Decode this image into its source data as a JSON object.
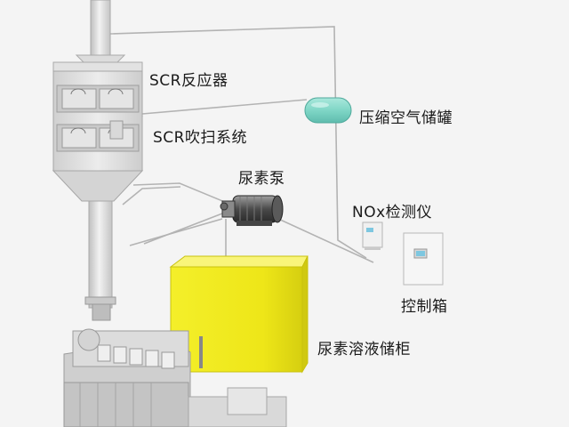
{
  "labels": {
    "scr_reactor": "SCR反应器",
    "scr_purge": "SCR吹扫系统",
    "urea_pump": "尿素泵",
    "air_tank": "压缩空气储罐",
    "nox_analyzer": "NOx检测仪",
    "control_box": "控制箱",
    "urea_tank": "尿素溶液储柜"
  },
  "colors": {
    "background": "#f4f4f4",
    "urea_tank": "#f2ec1a",
    "air_tank": "#7fd6c6",
    "equipment": "#d8d8d8",
    "pipe": "#bdbdbd"
  }
}
